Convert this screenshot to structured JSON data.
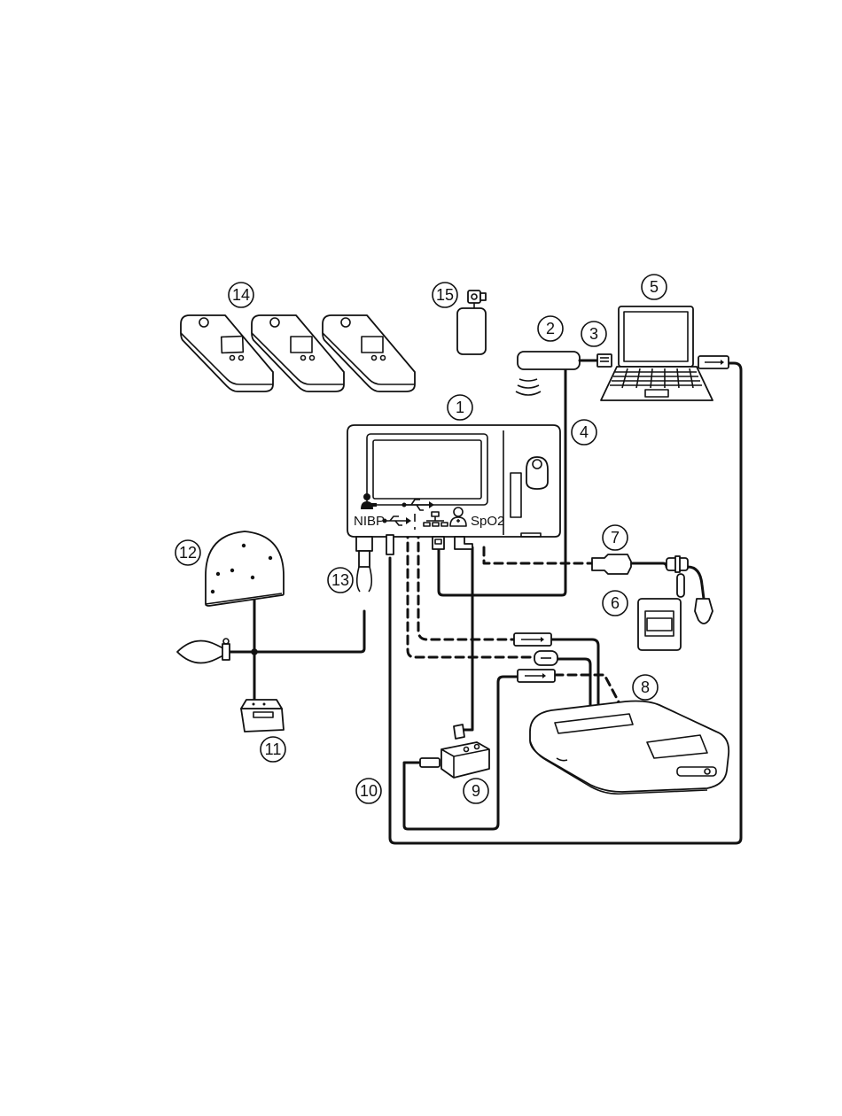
{
  "callouts": [
    {
      "id": "1",
      "label": "1"
    },
    {
      "id": "2",
      "label": "2"
    },
    {
      "id": "3",
      "label": "3"
    },
    {
      "id": "4",
      "label": "4"
    },
    {
      "id": "5",
      "label": "5"
    },
    {
      "id": "6",
      "label": "6"
    },
    {
      "id": "7",
      "label": "7"
    },
    {
      "id": "8",
      "label": "8"
    },
    {
      "id": "9",
      "label": "9"
    },
    {
      "id": "10",
      "label": "10"
    },
    {
      "id": "11",
      "label": "11"
    },
    {
      "id": "12",
      "label": "12"
    },
    {
      "id": "13",
      "label": "13"
    },
    {
      "id": "14",
      "label": "14"
    },
    {
      "id": "15",
      "label": "15"
    }
  ],
  "ports": {
    "nibp": "NIBP",
    "spo2": "SpO2"
  },
  "icons": [
    "usb-icon",
    "network-icon",
    "wireless-icon",
    "user-icon",
    "patient-icon"
  ]
}
